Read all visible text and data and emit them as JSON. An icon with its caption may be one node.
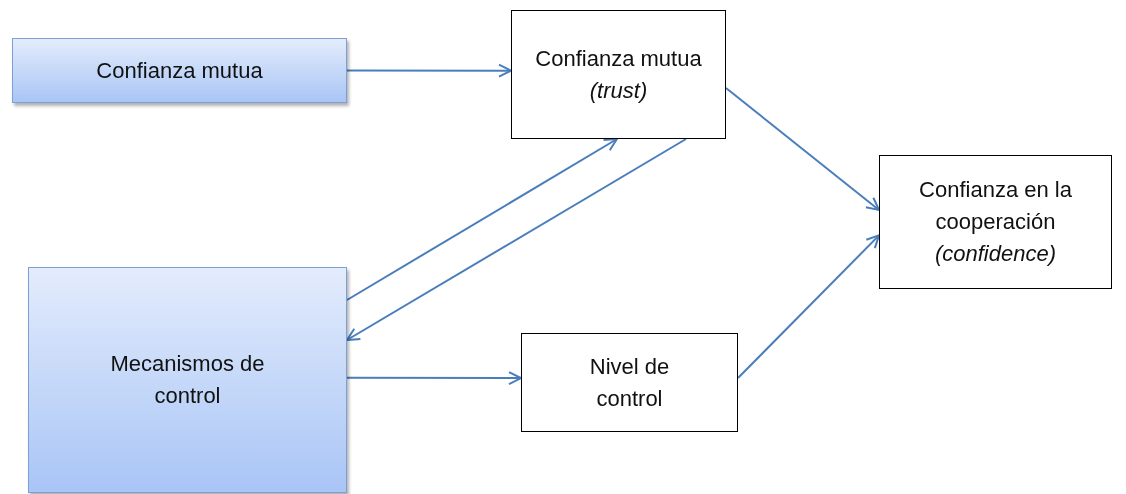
{
  "diagram": {
    "nodes": [
      {
        "text": [
          "Confianza mutua"
        ]
      },
      {
        "text": [
          "Confianza mutua *(trust)*"
        ]
      },
      {
        "text": [
          "Confianza en la cooperación *(confidence)*"
        ]
      },
      {
        "text": [
          "Mecanismos de control"
        ]
      },
      {
        "text": [
          "Nivel de control"
        ]
      }
    ],
    "edges": [
      {
        "from": 0,
        "to": 1,
        "arrow": "to"
      },
      {
        "from": 3,
        "to": 1,
        "arrow": "to"
      },
      {
        "from": 1,
        "to": 3,
        "arrow": "to"
      },
      {
        "from": 1,
        "to": 2,
        "arrow": "to"
      },
      {
        "from": 4,
        "to": 2,
        "arrow": "to"
      },
      {
        "from": 3,
        "to": 4,
        "arrow": "to"
      }
    ]
  }
}
